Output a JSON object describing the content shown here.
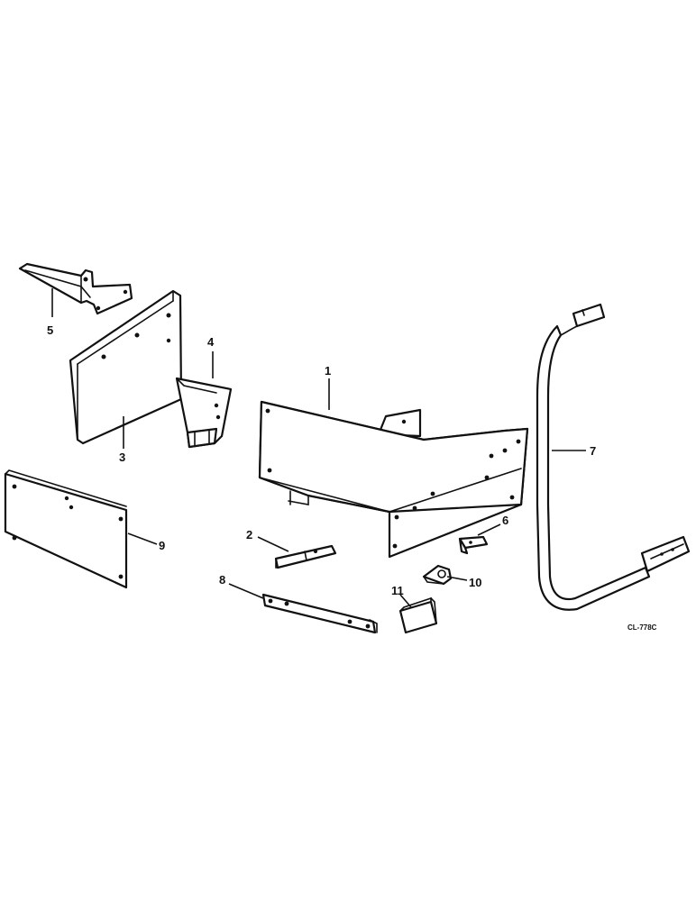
{
  "callouts": {
    "c1": "1",
    "c2": "2",
    "c3": "3",
    "c4": "4",
    "c5": "5",
    "c6": "6",
    "c7": "7",
    "c8": "8",
    "c9": "9",
    "c10": "10",
    "c11": "11"
  },
  "drawing_code": "CL-778C"
}
